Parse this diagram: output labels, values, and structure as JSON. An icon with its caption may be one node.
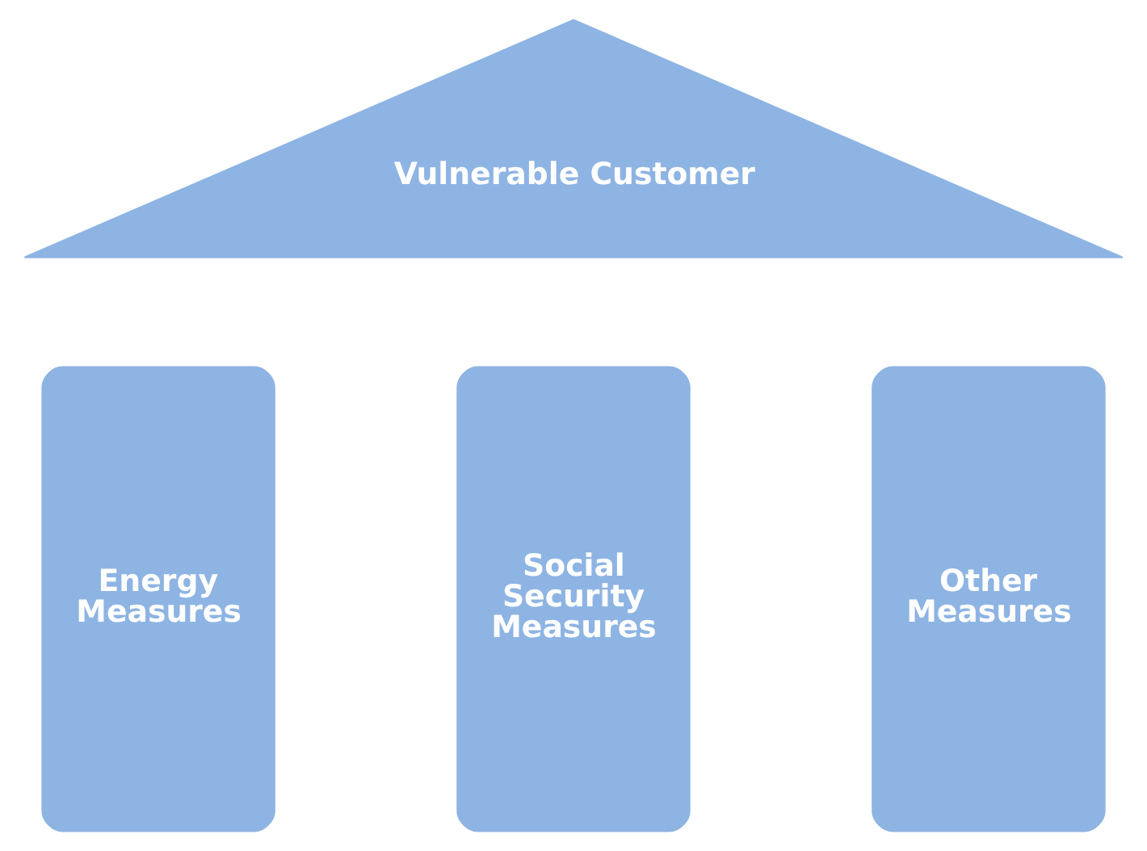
{
  "diagram": {
    "nodes": [
      {
        "text": [
          "Vulnerable Customer"
        ]
      },
      {
        "text": [
          "Energy Measures"
        ]
      },
      {
        "text": [
          "Social Security Measures"
        ]
      },
      {
        "text": [
          "Other Measures"
        ]
      }
    ],
    "edges": []
  }
}
